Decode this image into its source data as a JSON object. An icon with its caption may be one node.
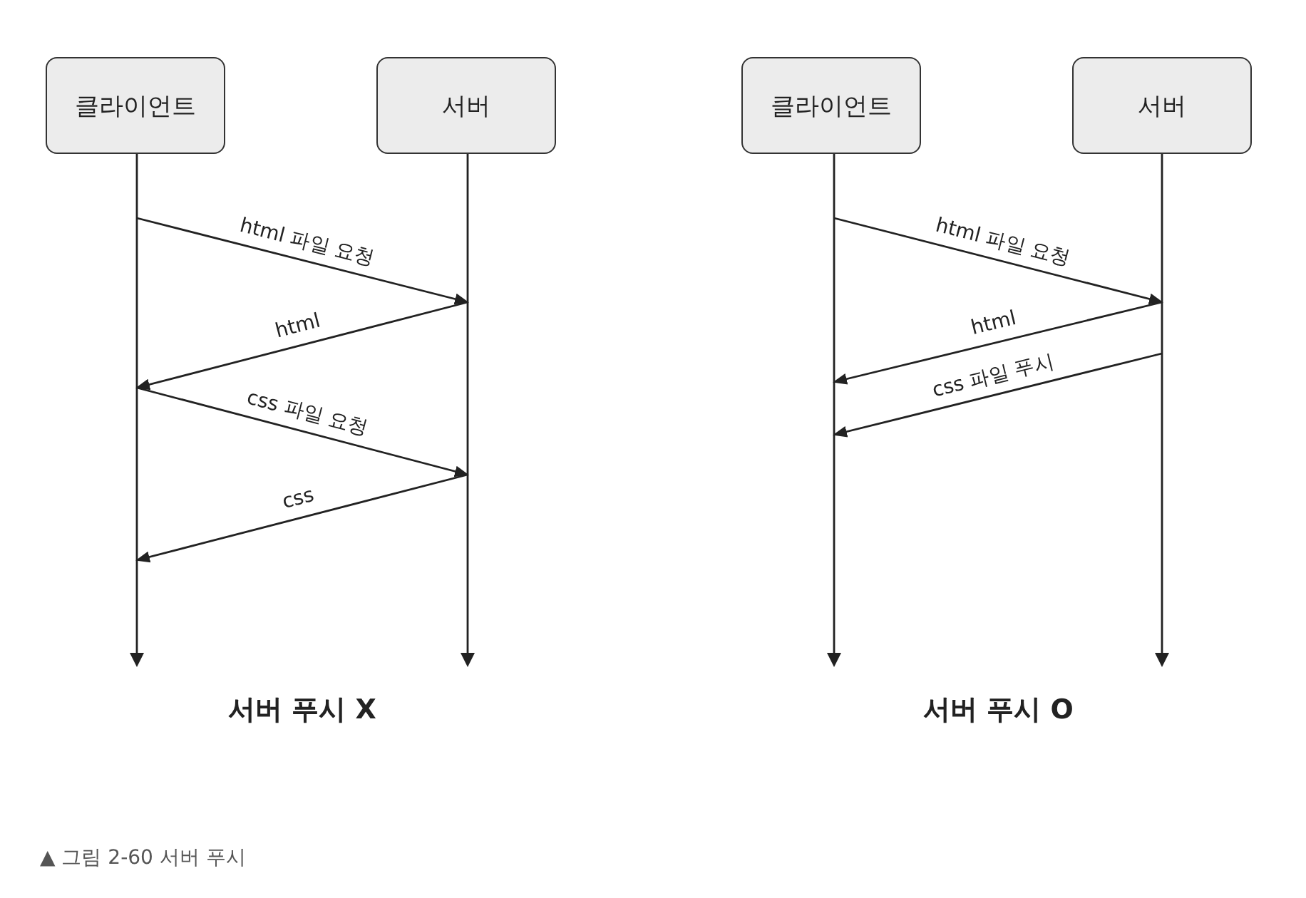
{
  "diagram": {
    "caption": "▲ 그림 2-60 서버 푸시",
    "nodes": [
      {
        "text": [
          "클라이언트"
        ]
      },
      {
        "text": [
          "서버"
        ]
      },
      {
        "text": [
          "클라이언트"
        ]
      },
      {
        "text": [
          "서버"
        ]
      }
    ],
    "edges": [
      {
        "from": 0,
        "to": 1,
        "arrow": "to",
        "label": "html 파일 요청"
      },
      {
        "from": 1,
        "to": 0,
        "arrow": "to",
        "label": "html"
      },
      {
        "from": 0,
        "to": 1,
        "arrow": "to",
        "label": "css 파일 요청"
      },
      {
        "from": 1,
        "to": 0,
        "arrow": "to",
        "label": "css"
      },
      {
        "from": 2,
        "to": 3,
        "arrow": "to",
        "label": "html 파일 요청"
      },
      {
        "from": 3,
        "to": 2,
        "arrow": "to",
        "label": "html"
      },
      {
        "from": 3,
        "to": 2,
        "arrow": "to",
        "label": "css 파일 푸시"
      }
    ],
    "labels": [
      "서버 푸시 X",
      "서버 푸시 O"
    ]
  }
}
